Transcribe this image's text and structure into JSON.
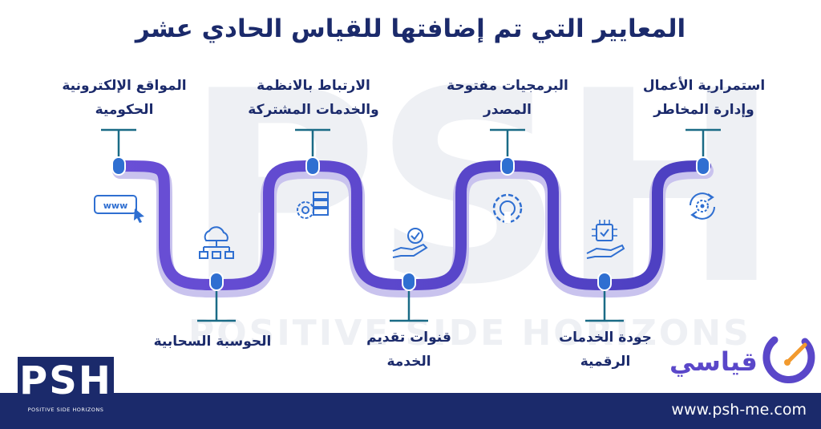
{
  "title": "المعايير التي تم إضافتها للقياس الحادي عشر",
  "watermark": {
    "letters": "PSH",
    "text": "POSITIVE SIDE HORIZONS"
  },
  "top_items": [
    {
      "line1": "استمرارية الأعمال",
      "line2": "وإدارة المخاطر",
      "icon": "settings-cycle-icon"
    },
    {
      "line1": "البرمجيات مفتوحة",
      "line2": "المصدر",
      "icon": "open-source-gear-icon"
    },
    {
      "line1": "الارتباط بالانظمة",
      "line2": "والخدمات المشتركة",
      "icon": "server-gear-icon"
    },
    {
      "line1": "المواقع الإلكترونية",
      "line2": "الحكومية",
      "icon": "www-cursor-icon"
    }
  ],
  "bottom_items": [
    {
      "line1": "جودة الخدمات",
      "line2": "الرقمية",
      "icon": "chip-hand-icon"
    },
    {
      "line1": "قنوات تقديم",
      "line2": "الخدمة",
      "icon": "hand-check-icon"
    },
    {
      "line1": "الحوسبة السحابية",
      "line2": "",
      "icon": "cloud-network-icon"
    }
  ],
  "brand": {
    "name": "قياسي",
    "logo": "PSH",
    "logo_sub": "POSITIVE SIDE HORIZONS",
    "url": "www.psh-me.com"
  },
  "colors": {
    "navy": "#1b2a6b",
    "purple": "#5a47c9",
    "blue": "#2f6fd1",
    "teal": "#1a6b86"
  }
}
